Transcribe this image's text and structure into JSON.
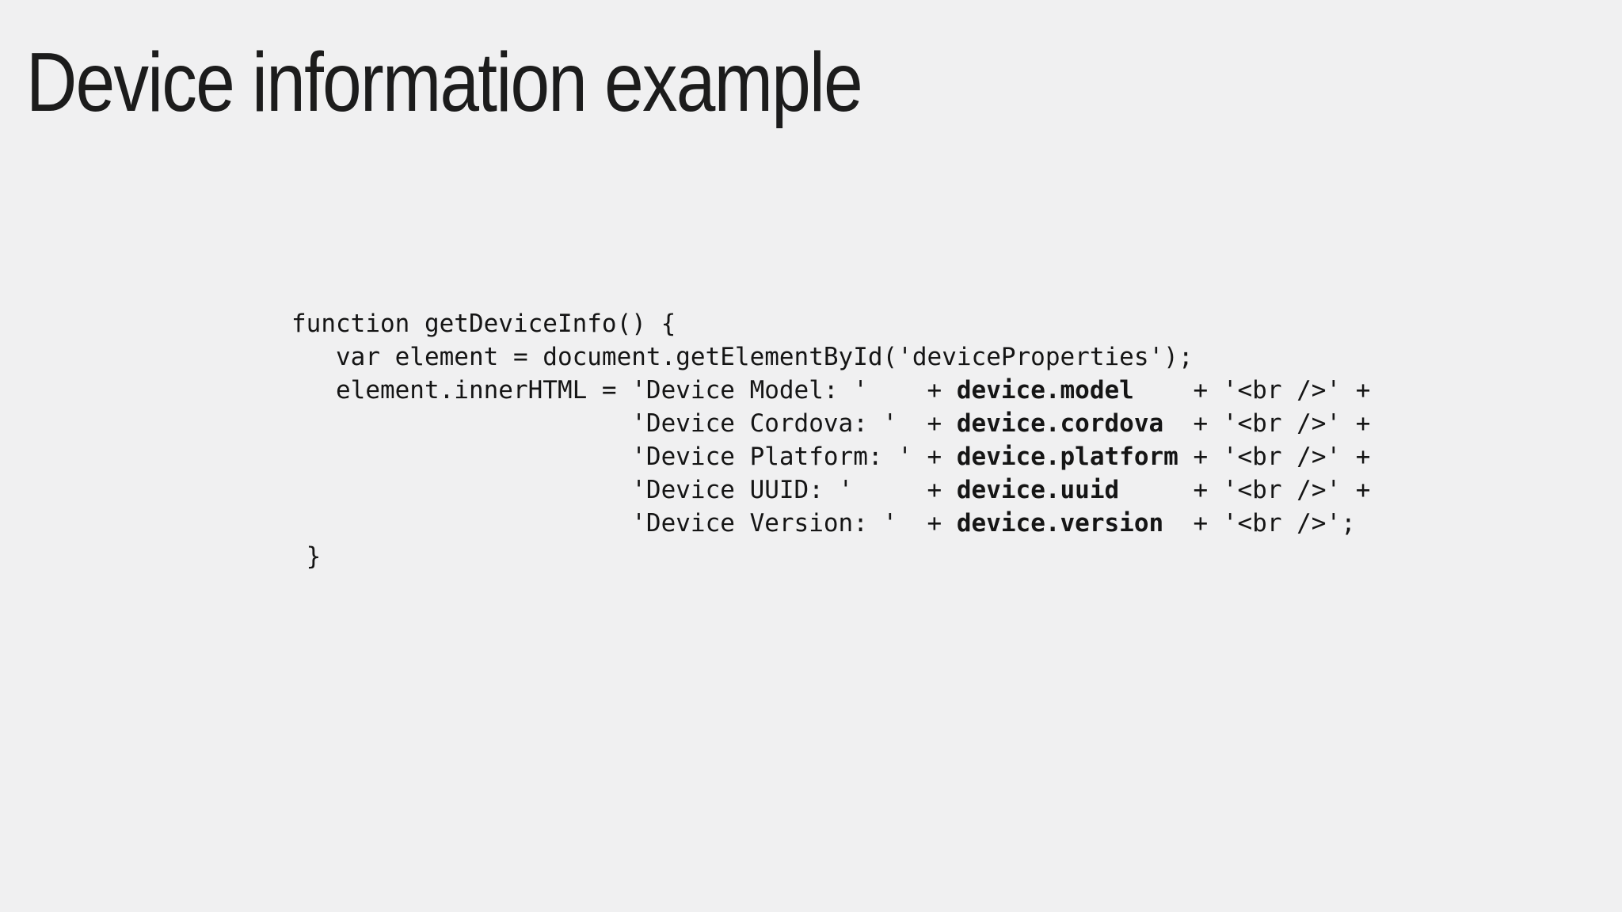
{
  "slide": {
    "title": "Device information example"
  },
  "colors": {
    "background": "#f0f0f1",
    "title_text": "#1c1c1c",
    "code_text": "#151515"
  },
  "code": {
    "language": "javascript",
    "lines": [
      [
        {
          "t": "function getDeviceInfo() {"
        }
      ],
      [
        {
          "t": "   var element = document.getElementById('deviceProperties');"
        }
      ],
      [
        {
          "t": "   element.innerHTML = 'Device Model: '    + "
        },
        {
          "t": "device.model",
          "b": true
        },
        {
          "t": "    + '<br />' +"
        }
      ],
      [
        {
          "t": "                       'Device Cordova: '  + "
        },
        {
          "t": "device.cordova",
          "b": true
        },
        {
          "t": "  + '<br />' +"
        }
      ],
      [
        {
          "t": "                       'Device Platform: ' + "
        },
        {
          "t": "device.platform",
          "b": true
        },
        {
          "t": " + '<br />' +"
        }
      ],
      [
        {
          "t": "                       'Device UUID: '     + "
        },
        {
          "t": "device.uuid",
          "b": true
        },
        {
          "t": "     + '<br />' +"
        }
      ],
      [
        {
          "t": "                       'Device Version: '  + "
        },
        {
          "t": "device.version",
          "b": true
        },
        {
          "t": "  + '<br />';"
        }
      ],
      [
        {
          "t": " }"
        }
      ]
    ]
  }
}
